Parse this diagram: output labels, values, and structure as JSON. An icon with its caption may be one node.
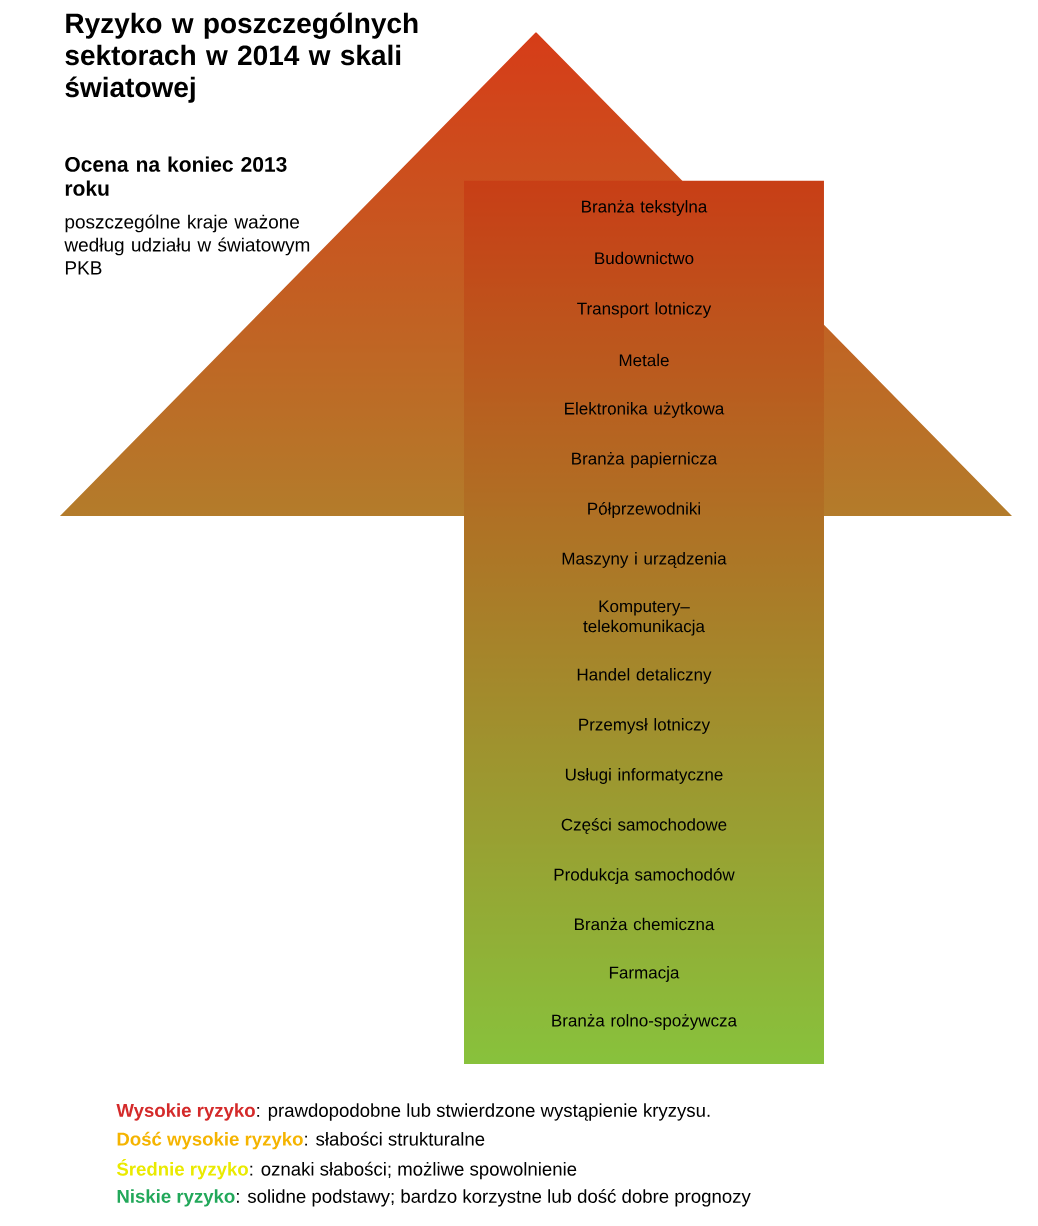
{
  "diagram": {
    "title": "Ryzyko w poszczególnych sektorach w 2014 w skali światowej",
    "nodes": [
      {
        "text": [
          "Branża tekstylna",
          "Budownictwo",
          "Transport lotniczy",
          "Metale",
          "Elektronika użytkowa",
          "Branża papiernicza",
          "Półprzewodniki",
          "Maszyny i urządzenia",
          "Komputery– telekomunikacja",
          "Handel detaliczny",
          "Przemysł lotniczy",
          "Usługi informatyczne",
          "Części samochodowe",
          "Produkcja samochodów",
          "Branża chemiczna",
          "Farmacja",
          "Branża rolno-spożywcza"
        ]
      }
    ],
    "edges": [],
    "labels": [
      "Ocena na koniec 2013 roku",
      "poszczególne kraje ważone według udziału w światowym PKB",
      ": prawdopodobne lub stwierdzone wystąpienie kryzysu.",
      ": słabości strukturalne",
      ": oznaki słabości; możliwe spowolnienie",
      ": solidne podstawy; bardzo korzystne lub dość dobre prognozy"
    ],
    "legend": [
      {
        "text": "Wysokie ryzyko",
        "color": "#d42a2a"
      },
      {
        "text": "Dość wysokie ryzyko",
        "color": "#f5b400"
      },
      {
        "text": "Średnie ryzyko",
        "color": "#eaea00"
      },
      {
        "text": "Niskie ryzyko",
        "color": "#22a85a"
      }
    ]
  }
}
